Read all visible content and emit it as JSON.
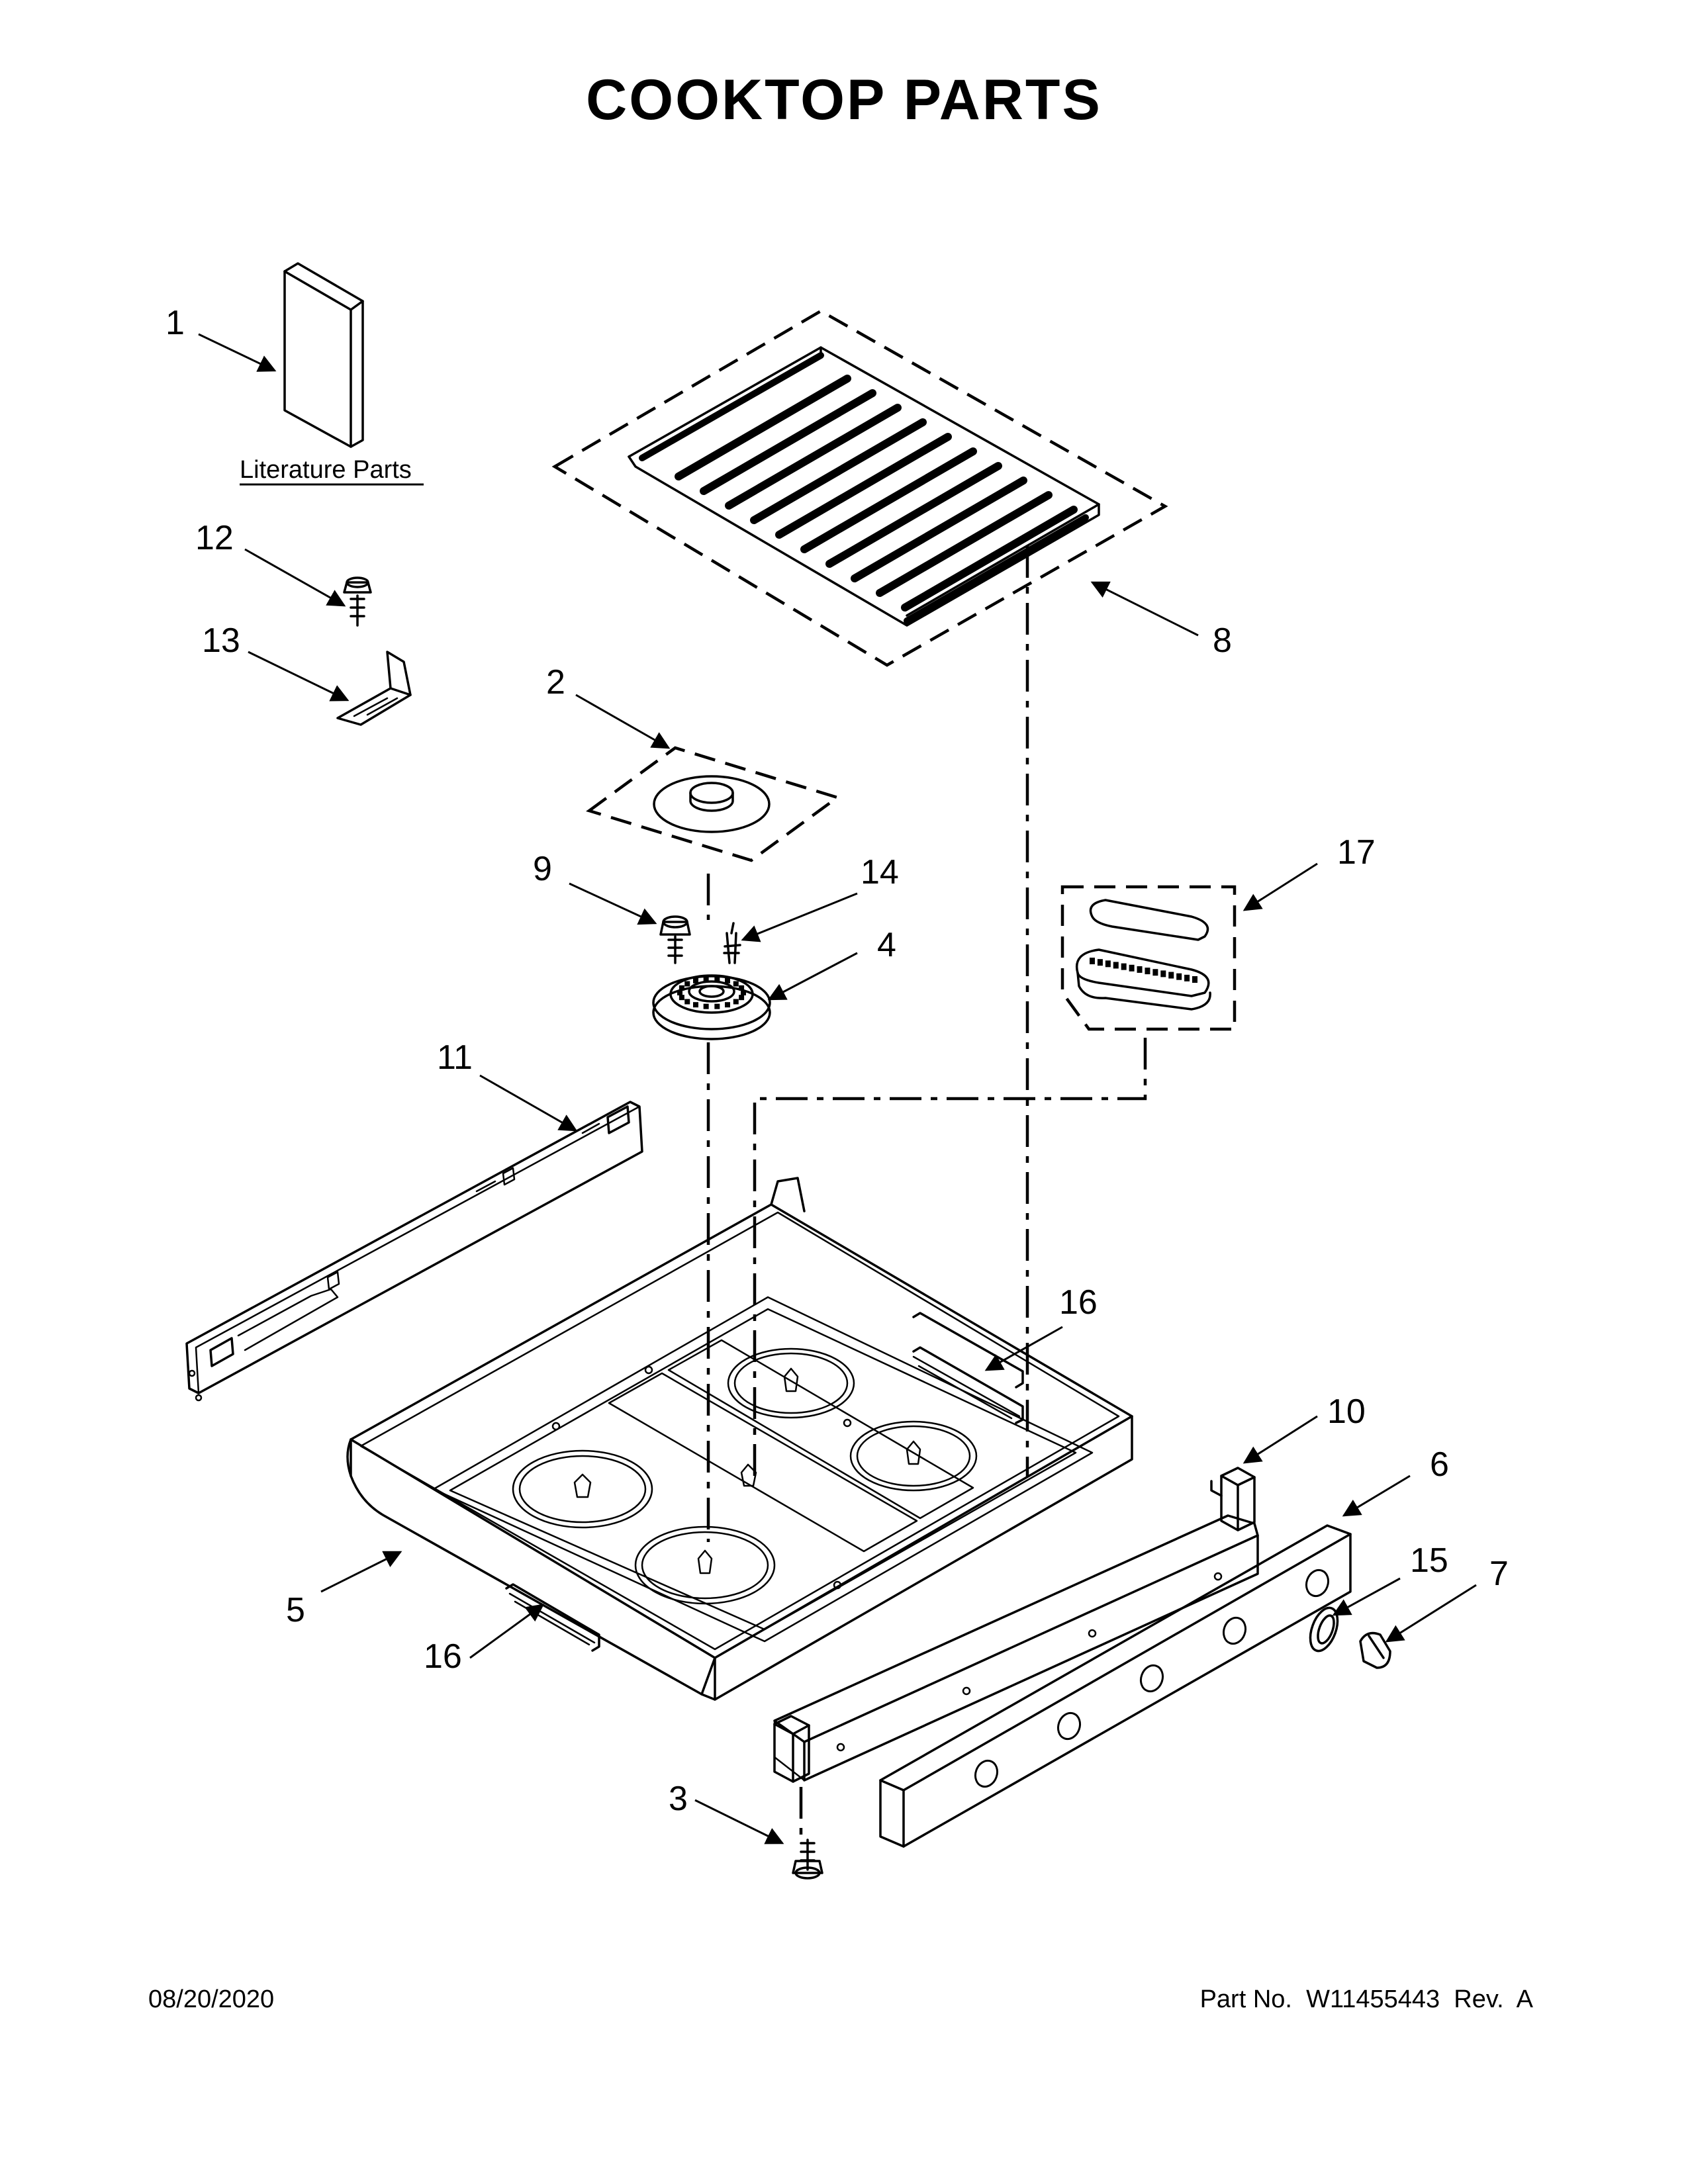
{
  "title": "COOKTOP PARTS",
  "literature_label": "Literature Parts",
  "footer": {
    "date": "08/20/2020",
    "part_number": "Part No.  W11455443  Rev.  A"
  },
  "callouts": [
    "1",
    "2",
    "3",
    "4",
    "5",
    "6",
    "7",
    "8",
    "9",
    "10",
    "11",
    "12",
    "13",
    "14",
    "15",
    "16",
    "16",
    "17"
  ]
}
